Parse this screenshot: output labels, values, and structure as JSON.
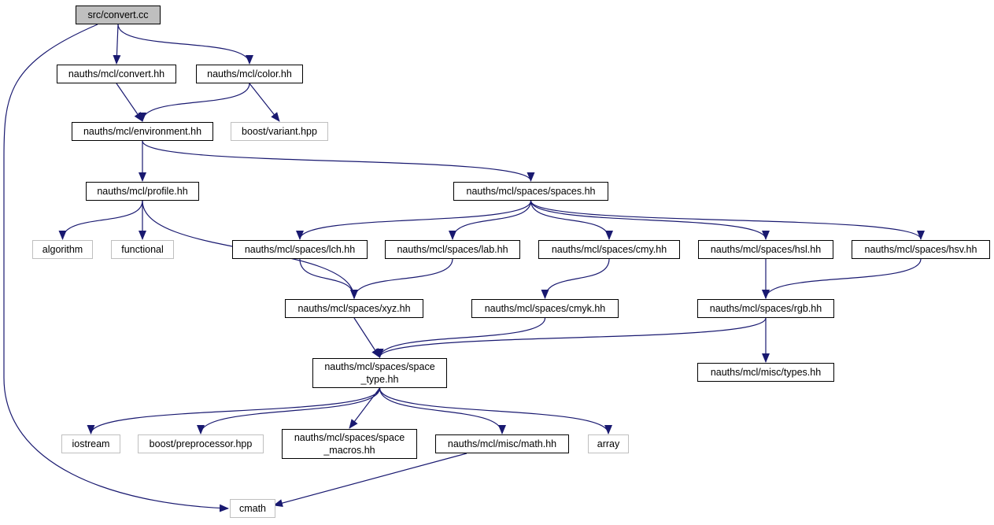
{
  "colors": {
    "edge": "#191970",
    "local_border": "#000000",
    "external_border": "#bfbfbf",
    "root_fill": "#bfbfbf"
  },
  "nodes": {
    "convert_cc": {
      "label": "src/convert.cc",
      "kind": "root"
    },
    "convert_hh": {
      "label": "nauths/mcl/convert.hh",
      "kind": "local"
    },
    "color_hh": {
      "label": "nauths/mcl/color.hh",
      "kind": "local"
    },
    "environment_hh": {
      "label": "nauths/mcl/environment.hh",
      "kind": "local"
    },
    "boost_variant": {
      "label": "boost/variant.hpp",
      "kind": "external"
    },
    "profile_hh": {
      "label": "nauths/mcl/profile.hh",
      "kind": "local"
    },
    "spaces_hh": {
      "label": "nauths/mcl/spaces/spaces.hh",
      "kind": "local"
    },
    "algorithm": {
      "label": "algorithm",
      "kind": "external"
    },
    "functional": {
      "label": "functional",
      "kind": "external"
    },
    "lch_hh": {
      "label": "nauths/mcl/spaces/lch.hh",
      "kind": "local"
    },
    "lab_hh": {
      "label": "nauths/mcl/spaces/lab.hh",
      "kind": "local"
    },
    "cmy_hh": {
      "label": "nauths/mcl/spaces/cmy.hh",
      "kind": "local"
    },
    "hsl_hh": {
      "label": "nauths/mcl/spaces/hsl.hh",
      "kind": "local"
    },
    "hsv_hh": {
      "label": "nauths/mcl/spaces/hsv.hh",
      "kind": "local"
    },
    "xyz_hh": {
      "label": "nauths/mcl/spaces/xyz.hh",
      "kind": "local"
    },
    "cmyk_hh": {
      "label": "nauths/mcl/spaces/cmyk.hh",
      "kind": "local"
    },
    "rgb_hh": {
      "label": "nauths/mcl/spaces/rgb.hh",
      "kind": "local"
    },
    "space_type_hh": {
      "label": "nauths/mcl/spaces/space\n_type.hh",
      "kind": "local"
    },
    "types_hh": {
      "label": "nauths/mcl/misc/types.hh",
      "kind": "local"
    },
    "iostream": {
      "label": "iostream",
      "kind": "external"
    },
    "boost_preprocessor": {
      "label": "boost/preprocessor.hpp",
      "kind": "external"
    },
    "space_macros_hh": {
      "label": "nauths/mcl/spaces/space\n_macros.hh",
      "kind": "local"
    },
    "math_hh": {
      "label": "nauths/mcl/misc/math.hh",
      "kind": "local"
    },
    "array": {
      "label": "array",
      "kind": "external"
    },
    "cmath": {
      "label": "cmath",
      "kind": "external"
    }
  },
  "edges": [
    [
      "convert_cc",
      "convert_hh"
    ],
    [
      "convert_cc",
      "color_hh"
    ],
    [
      "convert_cc",
      "cmath"
    ],
    [
      "convert_hh",
      "environment_hh"
    ],
    [
      "color_hh",
      "environment_hh"
    ],
    [
      "color_hh",
      "boost_variant"
    ],
    [
      "environment_hh",
      "profile_hh"
    ],
    [
      "environment_hh",
      "spaces_hh"
    ],
    [
      "profile_hh",
      "algorithm"
    ],
    [
      "profile_hh",
      "functional"
    ],
    [
      "profile_hh",
      "xyz_hh"
    ],
    [
      "spaces_hh",
      "lch_hh"
    ],
    [
      "spaces_hh",
      "lab_hh"
    ],
    [
      "spaces_hh",
      "cmy_hh"
    ],
    [
      "spaces_hh",
      "hsl_hh"
    ],
    [
      "spaces_hh",
      "hsv_hh"
    ],
    [
      "lch_hh",
      "xyz_hh"
    ],
    [
      "lab_hh",
      "xyz_hh"
    ],
    [
      "cmy_hh",
      "cmyk_hh"
    ],
    [
      "hsl_hh",
      "rgb_hh"
    ],
    [
      "hsv_hh",
      "rgb_hh"
    ],
    [
      "xyz_hh",
      "space_type_hh"
    ],
    [
      "cmyk_hh",
      "space_type_hh"
    ],
    [
      "rgb_hh",
      "space_type_hh"
    ],
    [
      "rgb_hh",
      "types_hh"
    ],
    [
      "space_type_hh",
      "iostream"
    ],
    [
      "space_type_hh",
      "boost_preprocessor"
    ],
    [
      "space_type_hh",
      "space_macros_hh"
    ],
    [
      "space_type_hh",
      "math_hh"
    ],
    [
      "space_type_hh",
      "array"
    ],
    [
      "math_hh",
      "cmath"
    ]
  ]
}
